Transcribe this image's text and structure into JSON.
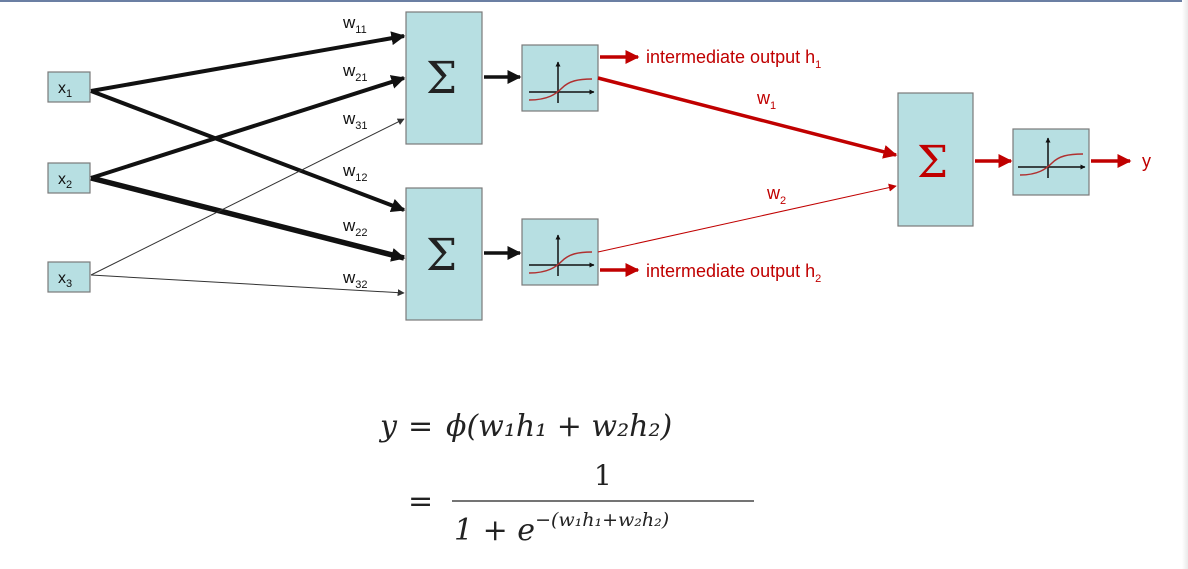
{
  "inputs": [
    {
      "base": "x",
      "sub": "1"
    },
    {
      "base": "x",
      "sub": "2"
    },
    {
      "base": "x",
      "sub": "3"
    }
  ],
  "weights_in": [
    {
      "base": "w",
      "sub": "11"
    },
    {
      "base": "w",
      "sub": "21"
    },
    {
      "base": "w",
      "sub": "31"
    },
    {
      "base": "w",
      "sub": "12"
    },
    {
      "base": "w",
      "sub": "22"
    },
    {
      "base": "w",
      "sub": "32"
    }
  ],
  "sum_symbol": "Σ",
  "hidden_outputs": [
    {
      "text": "intermediate output h",
      "sub": "1"
    },
    {
      "text": "intermediate output h",
      "sub": "2"
    }
  ],
  "weights_out": [
    {
      "base": "w",
      "sub": "1"
    },
    {
      "base": "w",
      "sub": "2"
    }
  ],
  "output_label": "y",
  "formula": {
    "line1_lhs": "y",
    "line1_eq": "=",
    "line1_rhs": "ϕ(w₁h₁ + w₂h₂)",
    "line2_eq": "=",
    "numerator": "1",
    "denominator_base": "1 + e",
    "denominator_exp": "−(w₁h₁+w₂h₂)"
  },
  "colors": {
    "box_fill": "#b7dfe2",
    "red": "#c00000",
    "black": "#111111"
  }
}
